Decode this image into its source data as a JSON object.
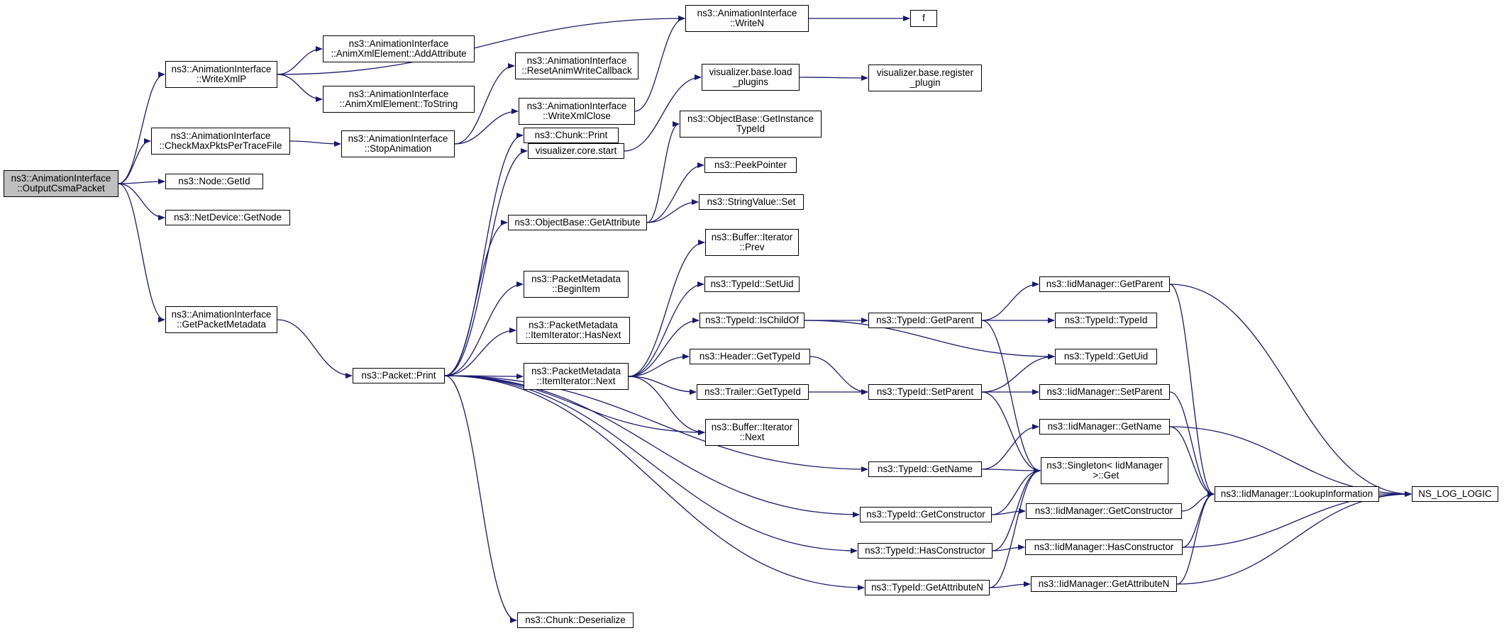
{
  "colors": {
    "edge": "#191970",
    "root_fill": "#bfbfbf",
    "node_fill": "#ffffff",
    "border": "#000000"
  },
  "nodes": {
    "output_csma_packet": [
      "ns3::AnimationInterface",
      "::OutputCsmaPacket"
    ],
    "write_xml_p": [
      "ns3::AnimationInterface",
      "::WriteXmlP"
    ],
    "check_max_pkts": [
      "ns3::AnimationInterface",
      "::CheckMaxPktsPerTraceFile"
    ],
    "node_get_id": [
      "ns3::Node::GetId"
    ],
    "netdevice_get_node": [
      "ns3::NetDevice::GetNode"
    ],
    "get_packet_metadata": [
      "ns3::AnimationInterface",
      "::GetPacketMetadata"
    ],
    "write_n": [
      "ns3::AnimationInterface",
      "::WriteN"
    ],
    "f": [
      "f"
    ],
    "add_attribute": [
      "ns3::AnimationInterface",
      "::AnimXmlElement::AddAttribute"
    ],
    "to_string": [
      "ns3::AnimationInterface",
      "::AnimXmlElement::ToString"
    ],
    "stop_animation": [
      "ns3::AnimationInterface",
      "::StopAnimation"
    ],
    "reset_anim_write_callback": [
      "ns3::AnimationInterface",
      "::ResetAnimWriteCallback"
    ],
    "write_xml_close": [
      "ns3::AnimationInterface",
      "::WriteXmlClose"
    ],
    "visualizer_load_plugins": [
      "visualizer.base.load",
      "_plugins"
    ],
    "visualizer_register_plugin": [
      "visualizer.base.register",
      "_plugin"
    ],
    "visualizer_core_start": [
      "visualizer.core.start"
    ],
    "object_base_get_instance_typeid": [
      "ns3::ObjectBase::GetInstance",
      "TypeId"
    ],
    "peek_pointer": [
      "ns3::PeekPointer"
    ],
    "chunk_print": [
      "ns3::Chunk::Print"
    ],
    "object_base_get_attribute": [
      "ns3::ObjectBase::GetAttribute"
    ],
    "string_value_set": [
      "ns3::StringValue::Set"
    ],
    "buffer_iterator_prev": [
      "ns3::Buffer::Iterator",
      "::Prev"
    ],
    "packet_metadata_begin_item": [
      "ns3::PacketMetadata",
      "::BeginItem"
    ],
    "typeid_set_uid": [
      "ns3::TypeId::SetUid"
    ],
    "item_iterator_has_next": [
      "ns3::PacketMetadata",
      "::ItemIterator::HasNext"
    ],
    "typeid_is_child_of": [
      "ns3::TypeId::IsChildOf"
    ],
    "packet_print": [
      "ns3::Packet::Print"
    ],
    "item_iterator_next": [
      "ns3::PacketMetadata",
      "::ItemIterator::Next"
    ],
    "header_get_type_id": [
      "ns3::Header::GetTypeId"
    ],
    "trailer_get_type_id": [
      "ns3::Trailer::GetTypeId"
    ],
    "buffer_iterator_next": [
      "ns3::Buffer::Iterator",
      "::Next"
    ],
    "typeid_get_parent": [
      "ns3::TypeId::GetParent"
    ],
    "typeid_set_parent": [
      "ns3::TypeId::SetParent"
    ],
    "typeid_get_name": [
      "ns3::TypeId::GetName"
    ],
    "typeid_get_constructor": [
      "ns3::TypeId::GetConstructor"
    ],
    "typeid_has_constructor": [
      "ns3::TypeId::HasConstructor"
    ],
    "typeid_get_attribute_n": [
      "ns3::TypeId::GetAttributeN"
    ],
    "chunk_deserialize": [
      "ns3::Chunk::Deserialize"
    ],
    "iid_get_parent": [
      "ns3::IidManager::GetParent"
    ],
    "typeid_typeid": [
      "ns3::TypeId::TypeId"
    ],
    "typeid_get_uid": [
      "ns3::TypeId::GetUid"
    ],
    "iid_set_parent": [
      "ns3::IidManager::SetParent"
    ],
    "iid_get_name": [
      "ns3::IidManager::GetName"
    ],
    "singleton_get": [
      "ns3::Singleton< IidManager",
      " >::Get"
    ],
    "iid_get_constructor": [
      "ns3::IidManager::GetConstructor"
    ],
    "iid_has_constructor": [
      "ns3::IidManager::HasConstructor"
    ],
    "iid_get_attribute_n": [
      "ns3::IidManager::GetAttributeN"
    ],
    "iid_lookup_information": [
      "ns3::IidManager::LookupInformation"
    ],
    "ns_log_logic": [
      "NS_LOG_LOGIC"
    ]
  },
  "edges": [
    [
      "output_csma_packet",
      "write_xml_p"
    ],
    [
      "output_csma_packet",
      "check_max_pkts"
    ],
    [
      "output_csma_packet",
      "node_get_id"
    ],
    [
      "output_csma_packet",
      "netdevice_get_node"
    ],
    [
      "output_csma_packet",
      "get_packet_metadata"
    ],
    [
      "write_xml_p",
      "write_n"
    ],
    [
      "write_xml_p",
      "add_attribute"
    ],
    [
      "write_xml_p",
      "to_string"
    ],
    [
      "write_n",
      "f"
    ],
    [
      "check_max_pkts",
      "stop_animation"
    ],
    [
      "stop_animation",
      "reset_anim_write_callback"
    ],
    [
      "stop_animation",
      "write_xml_close"
    ],
    [
      "write_xml_close",
      "write_n"
    ],
    [
      "get_packet_metadata",
      "packet_print"
    ],
    [
      "packet_print",
      "visualizer_core_start"
    ],
    [
      "packet_print",
      "chunk_print"
    ],
    [
      "packet_print",
      "object_base_get_attribute"
    ],
    [
      "packet_print",
      "packet_metadata_begin_item"
    ],
    [
      "packet_print",
      "item_iterator_has_next"
    ],
    [
      "packet_print",
      "item_iterator_next"
    ],
    [
      "packet_print",
      "buffer_iterator_next"
    ],
    [
      "packet_print",
      "typeid_get_name"
    ],
    [
      "packet_print",
      "typeid_get_constructor"
    ],
    [
      "packet_print",
      "typeid_has_constructor"
    ],
    [
      "packet_print",
      "typeid_get_attribute_n"
    ],
    [
      "packet_print",
      "chunk_deserialize"
    ],
    [
      "visualizer_core_start",
      "visualizer_load_plugins"
    ],
    [
      "visualizer_load_plugins",
      "visualizer_register_plugin"
    ],
    [
      "object_base_get_attribute",
      "object_base_get_instance_typeid"
    ],
    [
      "object_base_get_attribute",
      "peek_pointer"
    ],
    [
      "object_base_get_attribute",
      "string_value_set"
    ],
    [
      "item_iterator_next",
      "buffer_iterator_prev"
    ],
    [
      "item_iterator_next",
      "typeid_set_uid"
    ],
    [
      "item_iterator_next",
      "typeid_is_child_of"
    ],
    [
      "item_iterator_next",
      "header_get_type_id"
    ],
    [
      "item_iterator_next",
      "trailer_get_type_id"
    ],
    [
      "item_iterator_next",
      "buffer_iterator_next"
    ],
    [
      "typeid_is_child_of",
      "typeid_get_parent"
    ],
    [
      "typeid_is_child_of",
      "typeid_get_uid"
    ],
    [
      "header_get_type_id",
      "typeid_set_parent"
    ],
    [
      "trailer_get_type_id",
      "typeid_set_parent"
    ],
    [
      "typeid_get_parent",
      "iid_get_parent"
    ],
    [
      "typeid_get_parent",
      "typeid_typeid"
    ],
    [
      "typeid_get_parent",
      "singleton_get"
    ],
    [
      "typeid_set_parent",
      "typeid_get_uid"
    ],
    [
      "typeid_set_parent",
      "iid_set_parent"
    ],
    [
      "typeid_set_parent",
      "singleton_get"
    ],
    [
      "typeid_get_name",
      "iid_get_name"
    ],
    [
      "typeid_get_name",
      "singleton_get"
    ],
    [
      "typeid_get_constructor",
      "singleton_get"
    ],
    [
      "typeid_get_constructor",
      "iid_get_constructor"
    ],
    [
      "typeid_has_constructor",
      "singleton_get"
    ],
    [
      "typeid_has_constructor",
      "iid_has_constructor"
    ],
    [
      "typeid_get_attribute_n",
      "singleton_get"
    ],
    [
      "typeid_get_attribute_n",
      "iid_get_attribute_n"
    ],
    [
      "iid_get_parent",
      "iid_lookup_information"
    ],
    [
      "iid_get_parent",
      "ns_log_logic"
    ],
    [
      "iid_set_parent",
      "iid_lookup_information"
    ],
    [
      "iid_get_name",
      "iid_lookup_information"
    ],
    [
      "iid_get_name",
      "ns_log_logic"
    ],
    [
      "iid_get_constructor",
      "iid_lookup_information"
    ],
    [
      "iid_has_constructor",
      "iid_lookup_information"
    ],
    [
      "iid_has_constructor",
      "ns_log_logic"
    ],
    [
      "iid_get_attribute_n",
      "iid_lookup_information"
    ],
    [
      "iid_get_attribute_n",
      "ns_log_logic"
    ],
    [
      "iid_lookup_information",
      "ns_log_logic"
    ]
  ]
}
